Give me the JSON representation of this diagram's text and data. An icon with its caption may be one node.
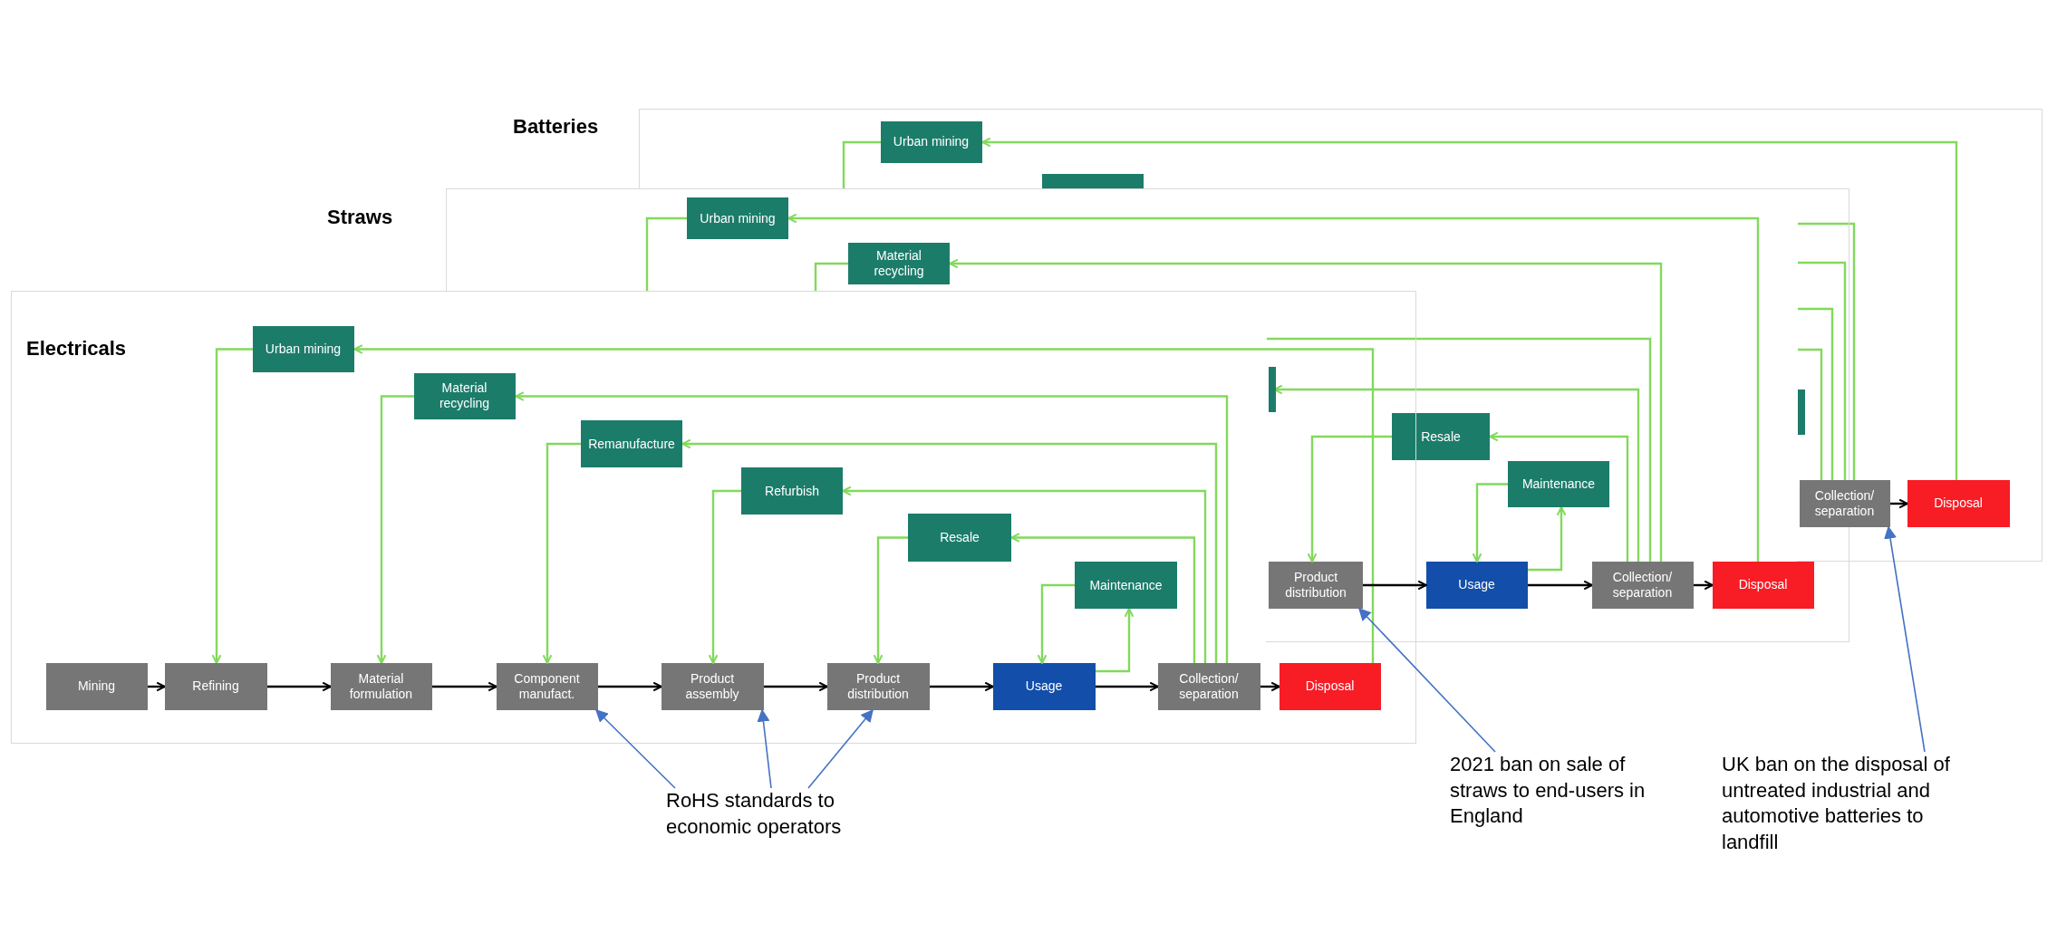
{
  "diagram": {
    "nodes": [
      {
        "text": [
          "Batteries"
        ]
      },
      {
        "text": [
          "Urban mining"
        ],
        "in": 0
      },
      {
        "text": [],
        "shape": "box",
        "in": 0
      },
      {
        "text": [],
        "shape": "bar"
      },
      {
        "text": [
          "Collection/ separation"
        ],
        "in": 0
      },
      {
        "text": [
          "Disposal"
        ],
        "in": 0
      },
      {
        "text": [
          "Straws"
        ]
      },
      {
        "text": [
          "Urban mining"
        ]
      },
      {
        "text": [
          "Material recycling"
        ]
      },
      {
        "text": [],
        "shape": "bar"
      },
      {
        "text": [
          "Resale"
        ]
      },
      {
        "text": [
          "Maintenance"
        ]
      },
      {
        "text": [
          "Product distribution"
        ]
      },
      {
        "text": [
          "Usage"
        ],
        "in": 6
      },
      {
        "text": [
          "Collection/ separation"
        ],
        "in": 6
      },
      {
        "text": [
          "Disposal"
        ],
        "in": 6
      },
      {
        "text": [
          "Electricals"
        ]
      },
      {
        "text": [
          "Urban mining"
        ],
        "in": 16
      },
      {
        "text": [
          "Material recycling"
        ],
        "in": 16
      },
      {
        "text": [
          "Remanufacture"
        ]
      },
      {
        "text": [
          "Refurbish"
        ]
      },
      {
        "text": [
          "Resale"
        ]
      },
      {
        "text": [
          "Maintenance"
        ]
      },
      {
        "text": [
          "Mining"
        ],
        "in": 16
      },
      {
        "text": [
          "Refining"
        ],
        "in": 16
      },
      {
        "text": [
          "Material formulation"
        ],
        "in": 16
      },
      {
        "text": [
          "Component manufact."
        ],
        "in": 16
      },
      {
        "text": [
          "Product assembly"
        ],
        "in": 16
      },
      {
        "text": [
          "Product distribution"
        ],
        "in": 16
      },
      {
        "text": [
          "Usage"
        ],
        "in": 16
      },
      {
        "text": [
          "Collection/ separation"
        ],
        "in": 16
      },
      {
        "text": [
          "Disposal"
        ],
        "in": 16
      },
      {
        "text": [
          "RoHS standards to economic operators"
        ]
      },
      {
        "text": [
          "2021 ban on sale of straws to end-users in England"
        ]
      },
      {
        "text": [
          "UK ban on the disposal of untreated industrial and automotive batteries to landfill"
        ]
      }
    ],
    "edges": [
      {
        "from": 4,
        "to": 5,
        "arrow": "to",
        "color": "#000000"
      },
      {
        "from": 5,
        "to": 1,
        "arrow": "to"
      },
      {
        "from": 1,
        "to": 6,
        "arrow": "none"
      },
      {
        "from": 4,
        "to": null,
        "arrow": "none"
      },
      {
        "from": 4,
        "to": null,
        "arrow": "none"
      },
      {
        "from": 4,
        "to": null,
        "arrow": "none"
      },
      {
        "from": 4,
        "to": null,
        "arrow": "none"
      },
      {
        "from": 12,
        "to": 13,
        "arrow": "to",
        "color": "#000000"
      },
      {
        "from": 13,
        "to": 14,
        "arrow": "to",
        "color": "#000000"
      },
      {
        "from": 14,
        "to": 15,
        "arrow": "to",
        "color": "#000000"
      },
      {
        "from": 15,
        "to": 7,
        "arrow": "to"
      },
      {
        "from": 7,
        "to": 16,
        "arrow": "none"
      },
      {
        "from": 8,
        "to": 16,
        "arrow": "none"
      },
      {
        "from": 14,
        "to": 8,
        "arrow": "to"
      },
      {
        "from": 14,
        "to": null,
        "arrow": "none"
      },
      {
        "from": 14,
        "to": 9,
        "arrow": "to"
      },
      {
        "from": 14,
        "to": 10,
        "arrow": "to"
      },
      {
        "from": 10,
        "to": 12,
        "arrow": "to"
      },
      {
        "from": 13,
        "to": 11,
        "arrow": "to"
      },
      {
        "from": 11,
        "to": 13,
        "arrow": "to"
      },
      {
        "from": 23,
        "to": 24,
        "arrow": "to",
        "color": "#000000"
      },
      {
        "from": 24,
        "to": 25,
        "arrow": "to",
        "color": "#000000"
      },
      {
        "from": 25,
        "to": 26,
        "arrow": "to",
        "color": "#000000"
      },
      {
        "from": 26,
        "to": 27,
        "arrow": "to",
        "color": "#000000"
      },
      {
        "from": 27,
        "to": 28,
        "arrow": "to",
        "color": "#000000"
      },
      {
        "from": 28,
        "to": 29,
        "arrow": "to",
        "color": "#000000"
      },
      {
        "from": 29,
        "to": 30,
        "arrow": "to",
        "color": "#000000"
      },
      {
        "from": 30,
        "to": 31,
        "arrow": "to",
        "color": "#000000"
      },
      {
        "from": 31,
        "to": 17,
        "arrow": "to"
      },
      {
        "from": 17,
        "to": 24,
        "arrow": "to"
      },
      {
        "from": 30,
        "to": 18,
        "arrow": "to"
      },
      {
        "from": 18,
        "to": 25,
        "arrow": "to"
      },
      {
        "from": 30,
        "to": 19,
        "arrow": "to"
      },
      {
        "from": 19,
        "to": 26,
        "arrow": "to"
      },
      {
        "from": 30,
        "to": 20,
        "arrow": "to"
      },
      {
        "from": 20,
        "to": 27,
        "arrow": "to"
      },
      {
        "from": 30,
        "to": 21,
        "arrow": "to"
      },
      {
        "from": 21,
        "to": 28,
        "arrow": "to"
      },
      {
        "from": 29,
        "to": 22,
        "arrow": "to"
      },
      {
        "from": 22,
        "to": 29,
        "arrow": "to"
      },
      {
        "from": 32,
        "to": 26,
        "arrow": "to",
        "color": "#4472c4"
      },
      {
        "from": 32,
        "to": 27,
        "arrow": "to",
        "color": "#4472c4"
      },
      {
        "from": 32,
        "to": 28,
        "arrow": "to",
        "color": "#4472c4"
      },
      {
        "from": 33,
        "to": 12,
        "arrow": "to",
        "color": "#4472c4"
      },
      {
        "from": 34,
        "to": 4,
        "arrow": "to",
        "color": "#4472c4"
      }
    ]
  }
}
